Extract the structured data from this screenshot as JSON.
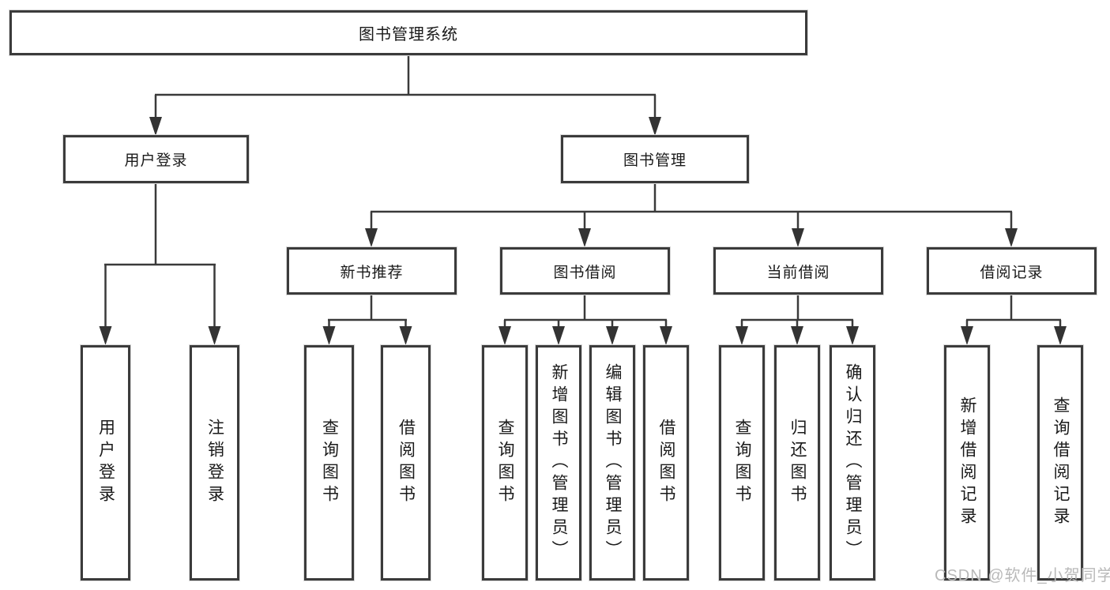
{
  "diagram": {
    "root": "图书管理系统",
    "level2": [
      {
        "label": "用户登录",
        "children": [
          "用户登录",
          "注销登录"
        ]
      },
      {
        "label": "图书管理"
      }
    ],
    "level3": [
      {
        "label": "新书推荐",
        "children": [
          "查询图书",
          "借阅图书"
        ]
      },
      {
        "label": "图书借阅",
        "children": [
          "查询图书",
          "新增图书（管理员）",
          "编辑图书（管理员）",
          "借阅图书"
        ]
      },
      {
        "label": "当前借阅",
        "children": [
          "查询图书",
          "归还图书",
          "确认归还（管理员）"
        ]
      },
      {
        "label": "借阅记录",
        "children": [
          "新增借阅记录",
          "查询借阅记录"
        ]
      }
    ]
  },
  "watermark": {
    "text": "CSDN @软件_小贺同学"
  },
  "colors": {
    "line": "#3a3a3a",
    "border": "#3b3b3b",
    "text": "#1a1a1a",
    "watermark": "#b9b9b9",
    "background": "#ffffff"
  }
}
